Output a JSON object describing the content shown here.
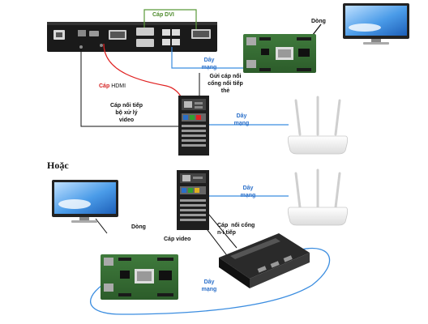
{
  "labels": {
    "dvi_cable": "Cáp DVI",
    "hdmi_cable_prefix": "Cáp",
    "hdmi_cable_suffix": "HDMI",
    "dong_top": "Dòng",
    "net_cable_1": "Dây\nmạng",
    "send_card_cable": "Gửi cáp nối\ncổng nối tiếp\nthẻ",
    "serial_to_processor": "Cáp nối tiếp\nbộ xử lý\nvideo",
    "net_cable_2": "Dây\nmạng",
    "or": "Hoặc",
    "net_cable_3": "Dây\nmạng",
    "dong_bottom": "Dòng",
    "port_cable": "Cáp  nối cổng\nn-i tiếp",
    "video_cable": "Cáp video",
    "net_cable_4": "Dây\nmạng"
  },
  "colors": {
    "dvi": "#5a9a3a",
    "hdmi": "#e02020",
    "network": "#3b8de0",
    "serial": "#111111"
  }
}
